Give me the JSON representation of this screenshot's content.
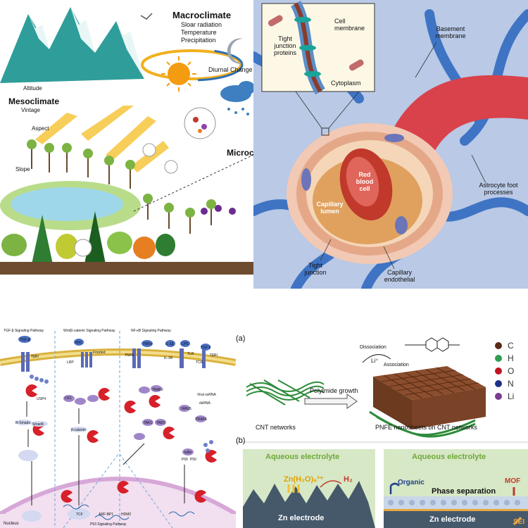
{
  "panel_climate": {
    "macroclimate_title": "Macroclimate",
    "macro_items": [
      "Sloar radiation",
      "Temperature",
      "Precipitation"
    ],
    "diurnal": "Diurnal Change",
    "altitude": "Altitude",
    "mesoclimate_title": "Mesoclimate",
    "vintage": "Vintage",
    "aspect": "Aspect",
    "slope": "Slope",
    "microclimate_partial": "Microc"
  },
  "panel_bbb": {
    "cell_membrane": "Cell membrane",
    "tight_junction_proteins": "Tight junction proteins",
    "cytoplasm": "Cytoplasm",
    "basement_membrane": "Basement membrane",
    "red_blood_cell": "Red blood cell",
    "capillary_lumen": "Capillary lumen",
    "astrocyte": "Astrocyte foot processes",
    "tight_junction": "Tight junction",
    "capillary_endothelial": "Capillary endothelial"
  },
  "panel_pathway": {
    "tgf_title": "TGF-β Signaling Pathway",
    "wnt_title": "Wnt/β-catenin Signaling Pathway",
    "nfkb_title": "NF-κB Signaling Pathway",
    "p53_title": "P53 Signaling Pathway",
    "nucleus": "Nucleus",
    "tgfb": "TGF-β",
    "wnt": "Wnt",
    "tnfa": "TNFα",
    "il1b": "IL-1β",
    "lps": "LPS",
    "tgfb2": "TGF-β",
    "frizzled": "Frizzled",
    "lrp": "LRP",
    "tnfr": "TNFR",
    "il1r": "IL-1R",
    "tlr": "TLR",
    "tcr": "TCR",
    "tbr1": "TβRI",
    "tbr1b": "TβRI",
    "usp4": "USP4",
    "rsmads": "R-Smads",
    "smad4": "Smad4",
    "bcatenin": "β-catenin",
    "tcf": "TCF",
    "ck1": "CK1",
    "viral_ssrna": "Viral ssRNA",
    "dsrna": "dsRNA",
    "traf2": "TRAF2",
    "traf6": "TRAF6",
    "tak1": "TAK1",
    "tab2": "TAB2",
    "mavs": "MAVS",
    "ikb": "IκBα",
    "p65": "P65",
    "p50": "P50",
    "arf_bp1": "ARF-BP1",
    "hdm2": "HDM2"
  },
  "panel_battery": {
    "label_a": "(a)",
    "label_b": "(b)",
    "dissociation": "Dissociation",
    "association": "Association",
    "li_plus": "Li⁺",
    "polyimide_growth": "Polyimide growth",
    "cnt_networks": "CNT networks",
    "pnfe": "PNFE nanosheets on CNT networks",
    "legend": [
      {
        "sym": "C",
        "color": "#5a2a16"
      },
      {
        "sym": "H",
        "color": "#2f9e52"
      },
      {
        "sym": "O",
        "color": "#c1121f"
      },
      {
        "sym": "N",
        "color": "#1d2f8a"
      },
      {
        "sym": "Li",
        "color": "#7a3c8f"
      }
    ],
    "aqueous_left": "Aqueous electrolyte",
    "aqueous_right": "Aqueous electrolyte",
    "zn_complex": "Zn(H₂O)₆²⁺",
    "h2": "H₂",
    "zn_left": "Zn electrode",
    "zn_right": "Zn electrode",
    "organic": "Organic",
    "phase_sep": "Phase separation",
    "mof": "MOF",
    "sei": "SEI"
  }
}
